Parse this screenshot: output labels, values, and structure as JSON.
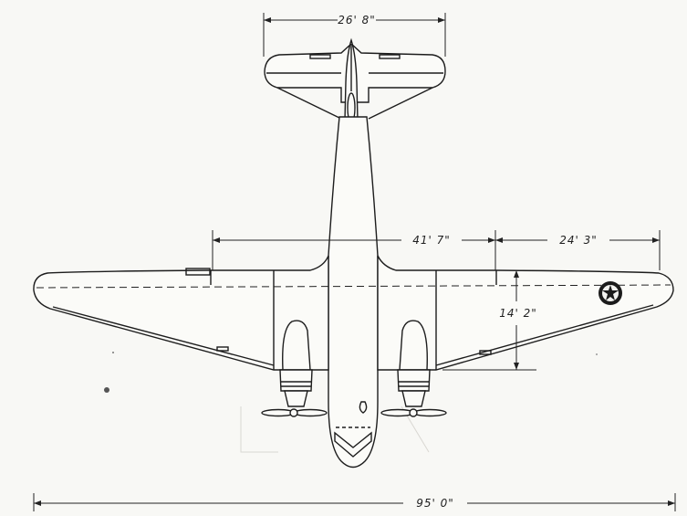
{
  "drawing": {
    "dimensions": {
      "tail_span": "26' 8\"",
      "wing_inner": "41' 7\"",
      "wing_outer": "24' 3\"",
      "chord": "14' 2\"",
      "overall_span": "95' 0\""
    }
  }
}
